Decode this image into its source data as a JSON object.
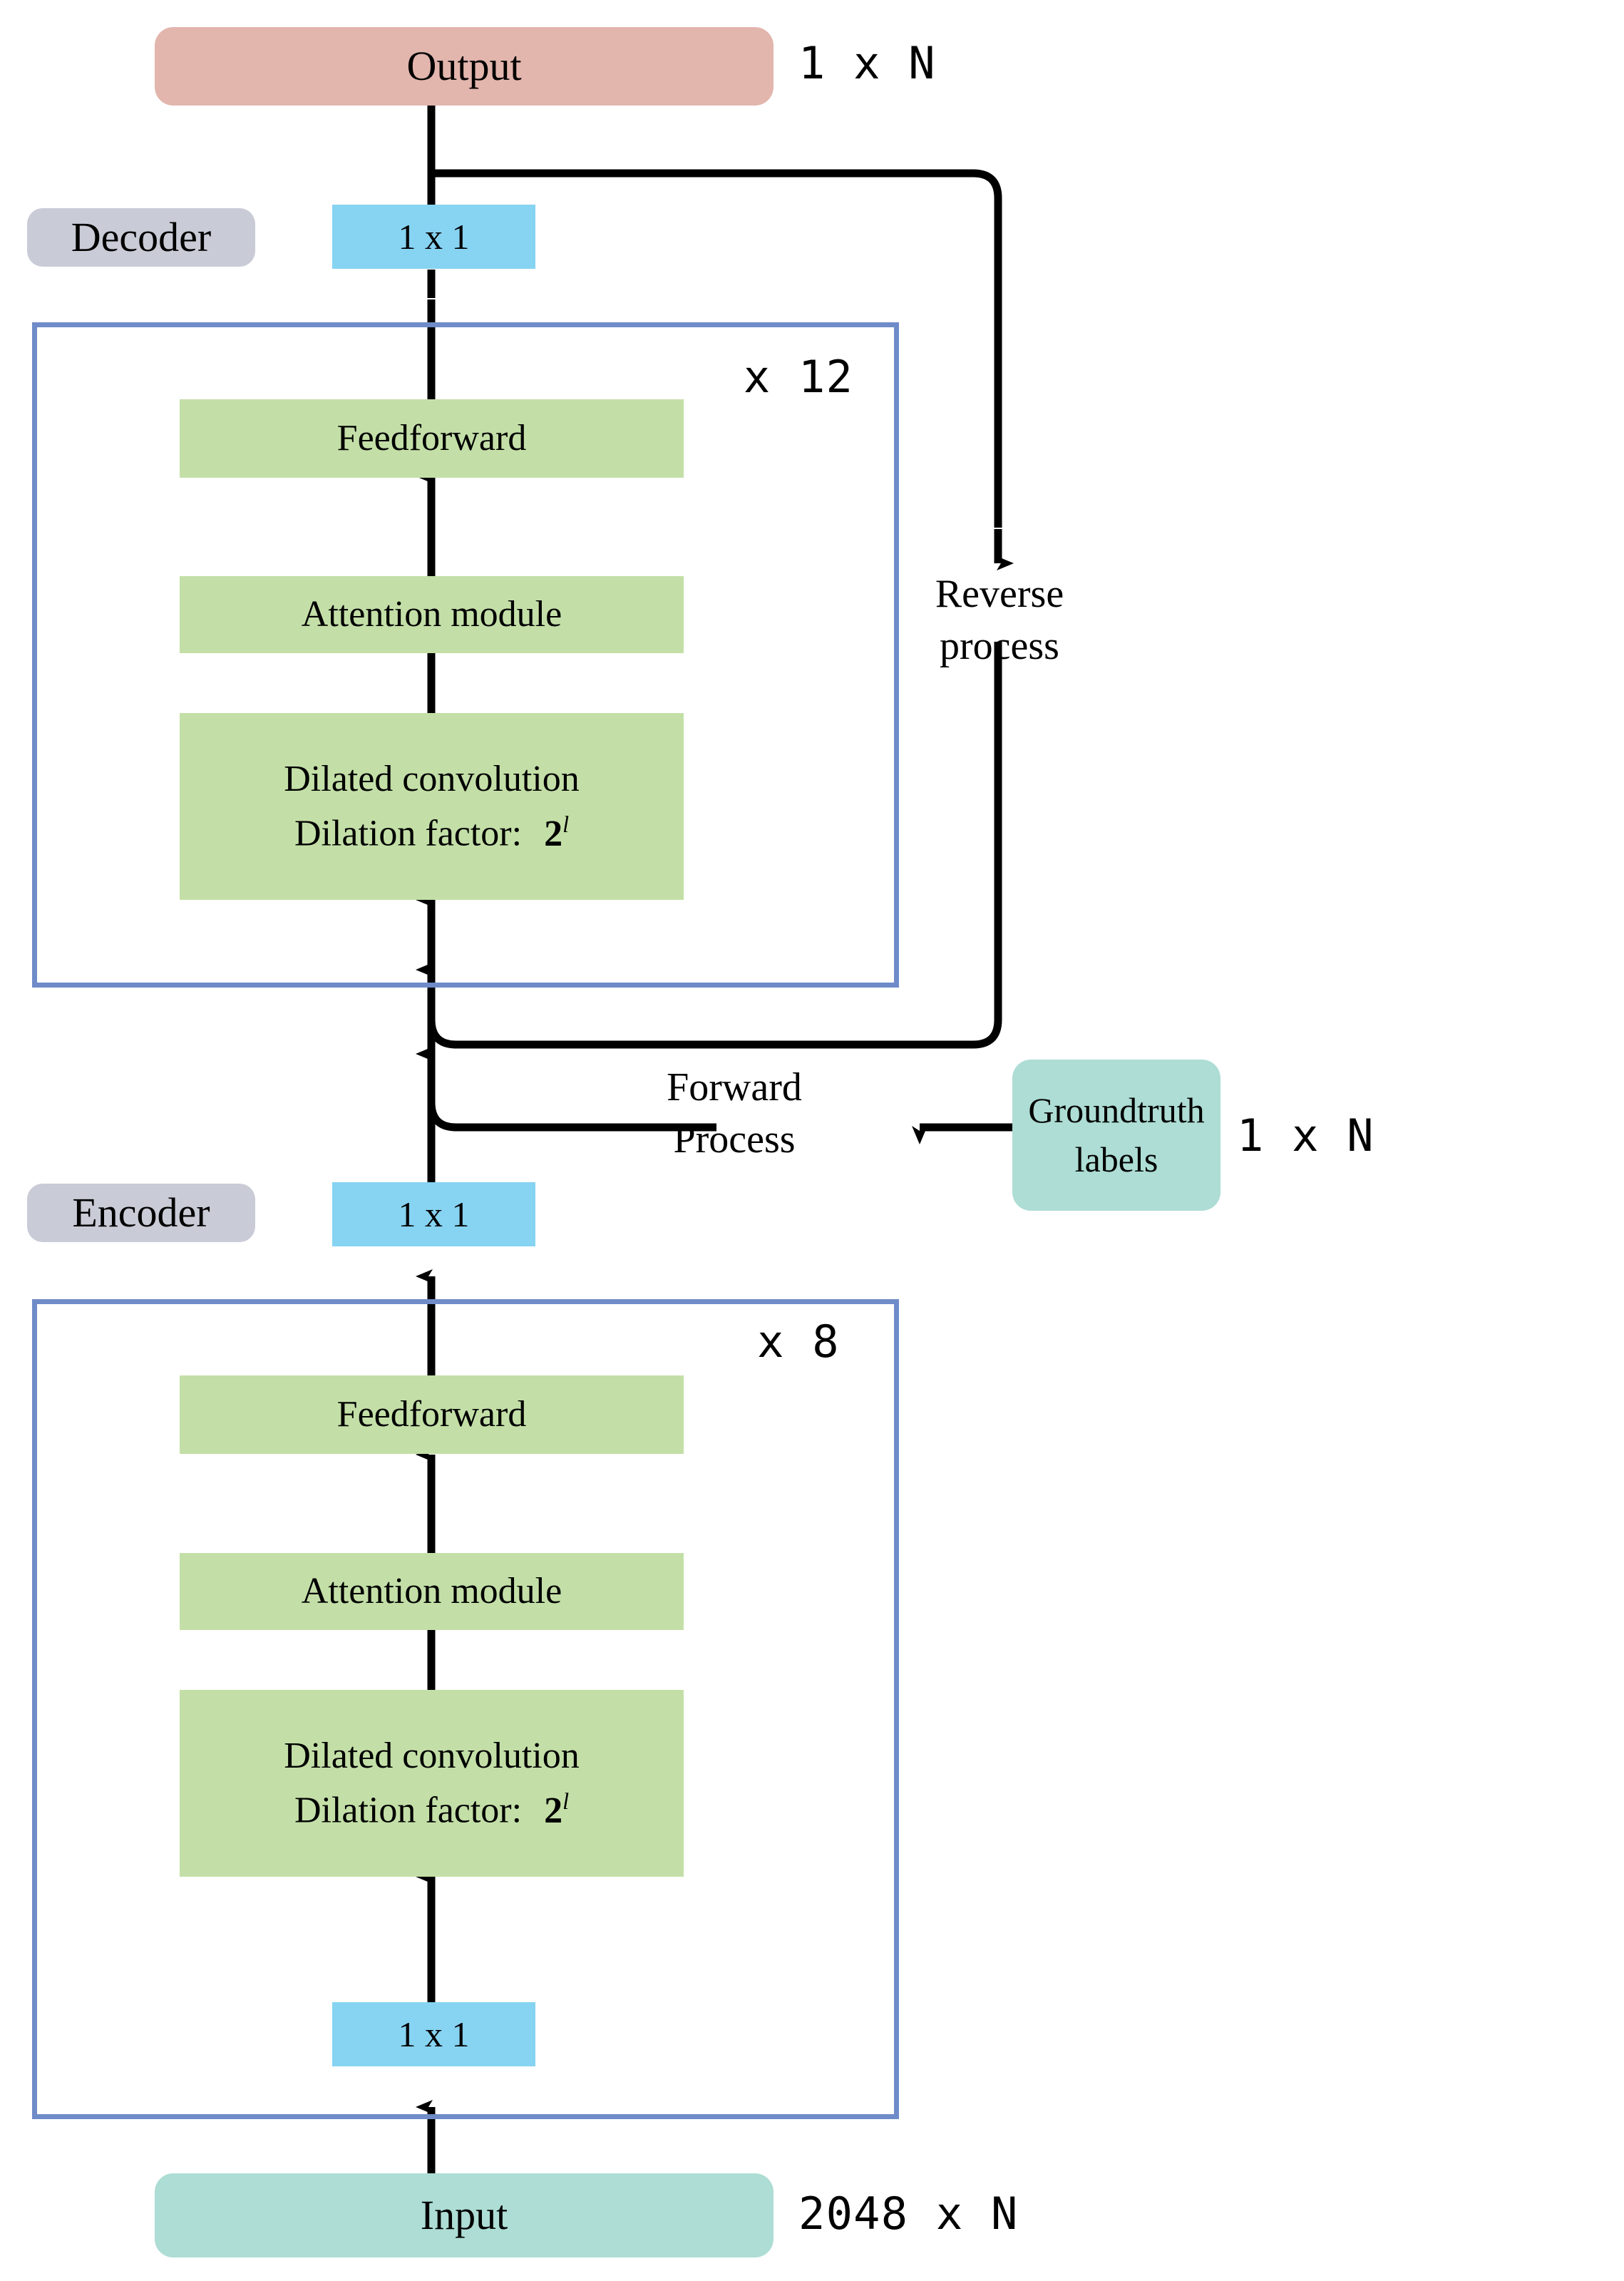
{
  "diagram": {
    "title": "Encoder-Decoder dilated convolution attention architecture",
    "colors": {
      "output_box": "#E2B5AD",
      "io_box": "#ADDDD4",
      "module_box": "#C3DFA7",
      "conv1x1_box": "#87D3F2",
      "section_label": "#C9CBD6",
      "group_border": "#6F8CC9",
      "wire": "#000000"
    },
    "nodes": {
      "output": {
        "label": "Output",
        "dim": "1 x N"
      },
      "decoder_section_label": "Decoder",
      "decoder_conv_top": "1 x 1",
      "decoder_repeat": "x 12",
      "decoder_feedforward": "Feedforward",
      "decoder_attention": "Attention module",
      "decoder_dilated_line1": "Dilated convolution",
      "decoder_dilated_line2_prefix": "Dilation factor:",
      "decoder_dilated_base": "2",
      "decoder_dilated_exponent": "l",
      "encoder_section_label": "Encoder",
      "encoder_conv_top": "1 x 1",
      "encoder_repeat": "x 8",
      "encoder_feedforward": "Feedforward",
      "encoder_attention": "Attention module",
      "encoder_dilated_line1": "Dilated convolution",
      "encoder_dilated_line2_prefix": "Dilation factor:",
      "encoder_dilated_base": "2",
      "encoder_dilated_exponent": "l",
      "encoder_conv_bottom": "1 x 1",
      "input": {
        "label": "Input",
        "dim": "2048 x N"
      },
      "groundtruth": {
        "label_line1": "Groundtruth",
        "label_line2": "labels",
        "dim": "1 x N"
      }
    },
    "edges": {
      "reverse_process_line1": "Reverse",
      "reverse_process_line2": "process",
      "forward_process_line1": "Forward",
      "forward_process_line2": "Process"
    }
  }
}
